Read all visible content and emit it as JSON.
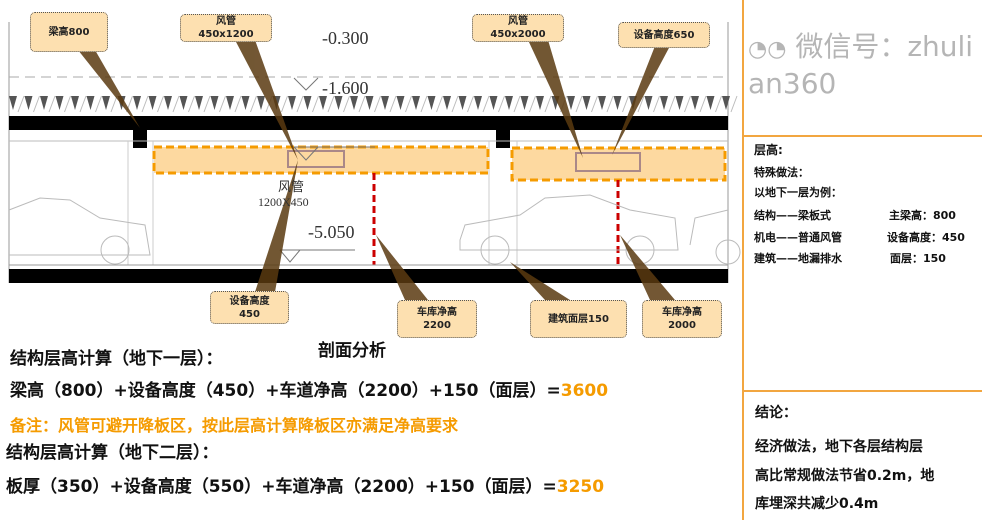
{
  "drawing": {
    "levels": [
      "-0.300",
      "-1.600",
      "-5.050"
    ],
    "duct_label": "风管",
    "duct_size": "1200X450",
    "callouts": {
      "beam": "梁高800",
      "duct1_title": "风管",
      "duct1_size": "450x1200",
      "duct2_title": "风管",
      "duct2_size": "450x2000",
      "equip650": "设备高度650",
      "equip450_title": "设备高度",
      "equip450_value": "450",
      "clear2200_title": "车库净高",
      "clear2200_value": "2200",
      "finish150": "建筑面层150",
      "clear2000_title": "车库净高",
      "clear2000_value": "2000"
    },
    "caption": "剖面分析"
  },
  "calc": {
    "b1_title": "结构层高计算（地下一层）：",
    "b1_formula": "梁高（800）+设备高度（450）+车道净高（2200）+150（面层）=",
    "b1_result": "3600",
    "note": "备注：风管可避开降板区，按此层高计算降板区亦满足净高要求",
    "b2_title": "结构层高计算（地下二层）：",
    "b2_formula": "板厚（350）+设备高度（550）+车道净高（2200）+150（面层）=",
    "b2_result": "3250"
  },
  "panel": {
    "title": "层高:",
    "special": "特殊做法：",
    "example": "以地下一层为例：",
    "rows": [
      {
        "left": "结构——梁板式",
        "right": "主梁高：800"
      },
      {
        "left": "机电——普通风管",
        "right": "设备高度：450"
      },
      {
        "left": "建筑——地漏排水",
        "right": "面层：150"
      }
    ],
    "conclusion_title": "结论：",
    "conclusion_lines": [
      "经济做法，地下各层结构层",
      "高比常规做法节省0.2m，地",
      "库埋深共减少0.4m"
    ]
  },
  "watermark": "微信号：zhulian360",
  "colors": {
    "accent": "#f59b00",
    "callout": "#fde0b0",
    "red": "#cc0000"
  }
}
